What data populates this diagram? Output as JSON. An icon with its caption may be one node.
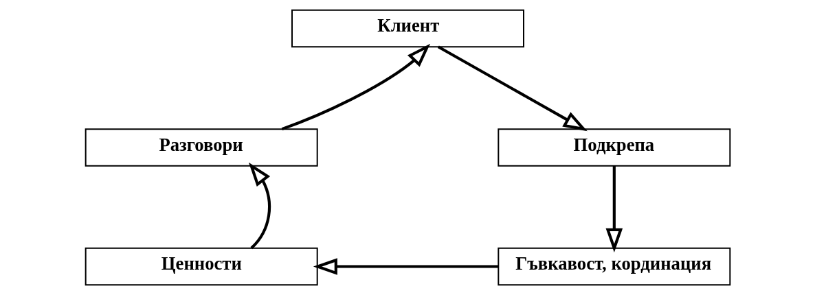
{
  "diagram": {
    "nodes": [
      {
        "text": [
          "Клиент"
        ]
      },
      {
        "text": [
          "Подкрепа"
        ]
      },
      {
        "text": [
          "Гъвкавост, кординация"
        ]
      },
      {
        "text": [
          "Ценности"
        ]
      },
      {
        "text": [
          "Разговори"
        ]
      }
    ],
    "edges": [
      {
        "from": 0,
        "to": 1,
        "arrow": "to"
      },
      {
        "from": 1,
        "to": 2,
        "arrow": "to"
      },
      {
        "from": 2,
        "to": 3,
        "arrow": "to"
      },
      {
        "from": 3,
        "to": 4,
        "arrow": "to"
      },
      {
        "from": 4,
        "to": 0,
        "arrow": "to"
      }
    ]
  }
}
